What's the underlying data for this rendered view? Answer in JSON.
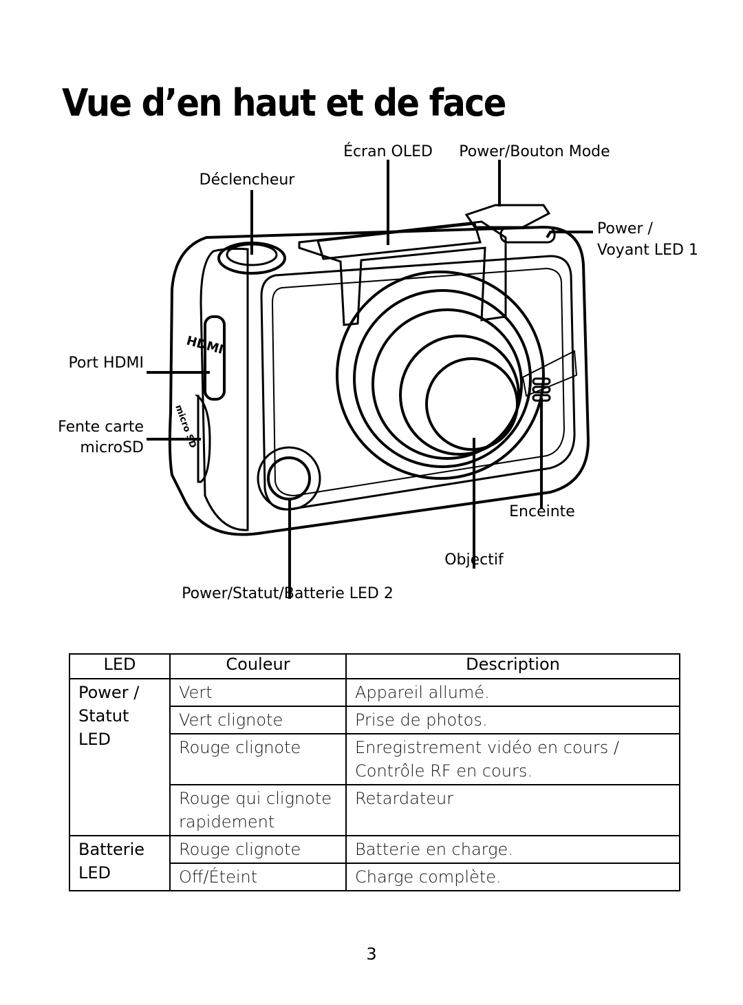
{
  "page": {
    "title": "Vue d’en haut et de face",
    "page_number": "3"
  },
  "diagram": {
    "labels": {
      "ecran_oled": "Écran OLED",
      "power_mode": "Power/Bouton Mode",
      "declencheur": "Déclencheur",
      "power_led1_line1": "Power /",
      "power_led1_line2": "Voyant LED 1",
      "port_hdmi": "Port HDMI",
      "microsd_line1": "Fente carte",
      "microsd_line2": "microSD",
      "enceinte": "Enceinte",
      "objectif": "Objectif",
      "status_led2": "Power/Statut/Batterie LED 2"
    },
    "device_markings": {
      "hdmi": "HDMI",
      "micro_sd": "micro SD"
    }
  },
  "table": {
    "headers": [
      "LED",
      "Couleur",
      "Description"
    ],
    "groups": [
      {
        "led_lines": [
          "Power /",
          "Statut",
          "LED"
        ],
        "rows": [
          {
            "color": "Vert",
            "description": "Appareil allumé."
          },
          {
            "color": "Vert clignote",
            "description": "Prise de photos."
          },
          {
            "color": "Rouge clignote",
            "description": "Enregistrement vidéo en cours / Contrôle RF en cours."
          },
          {
            "color": "Rouge qui clignote rapidement",
            "description": "Retardateur"
          }
        ]
      },
      {
        "led_lines": [
          "Batterie",
          "LED"
        ],
        "rows": [
          {
            "color": "Rouge clignote",
            "description": "Batterie en charge."
          },
          {
            "color": "Off/Éteint",
            "description": "Charge complète."
          }
        ]
      }
    ]
  }
}
